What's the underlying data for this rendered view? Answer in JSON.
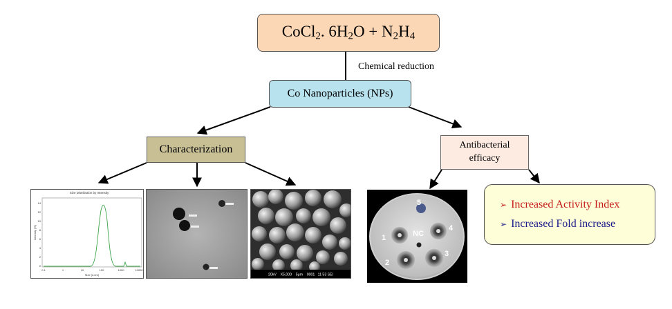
{
  "reactant": {
    "p1": "CoCl",
    "s1": "2",
    "p2": ". 6H",
    "s2": "2",
    "p3": "O + N",
    "s3": "2",
    "p4": "H",
    "s4": "4"
  },
  "reaction_label": "Chemical reduction",
  "np_label": "Co Nanoparticles (NPs)",
  "characterization_label": "Characterization",
  "antibacterial_line1": "Antibacterial",
  "antibacterial_line2": "efficacy",
  "results": [
    {
      "text": "Increased Activity Index",
      "color": "#c41a1a"
    },
    {
      "text": "Increased Fold increase",
      "color": "#1a1a8c"
    }
  ],
  "dls_plot": {
    "title": "Size Distribution by Intensity",
    "ylabel": "Intensity (%)",
    "xlabel": "Size (d.nm)",
    "yticks": [
      "0",
      "2",
      "4",
      "6",
      "8",
      "10",
      "12",
      "14"
    ],
    "xticks": [
      "0.1",
      "1",
      "10",
      "100",
      "1000",
      "10000"
    ]
  },
  "sem_caption": "20kV    X5,000    5μm    0001   11 53 SEI",
  "plate_labels": {
    "w1": "1",
    "w2": "2",
    "w3": "3",
    "w4": "4",
    "w5": "5",
    "nc": "NC"
  }
}
